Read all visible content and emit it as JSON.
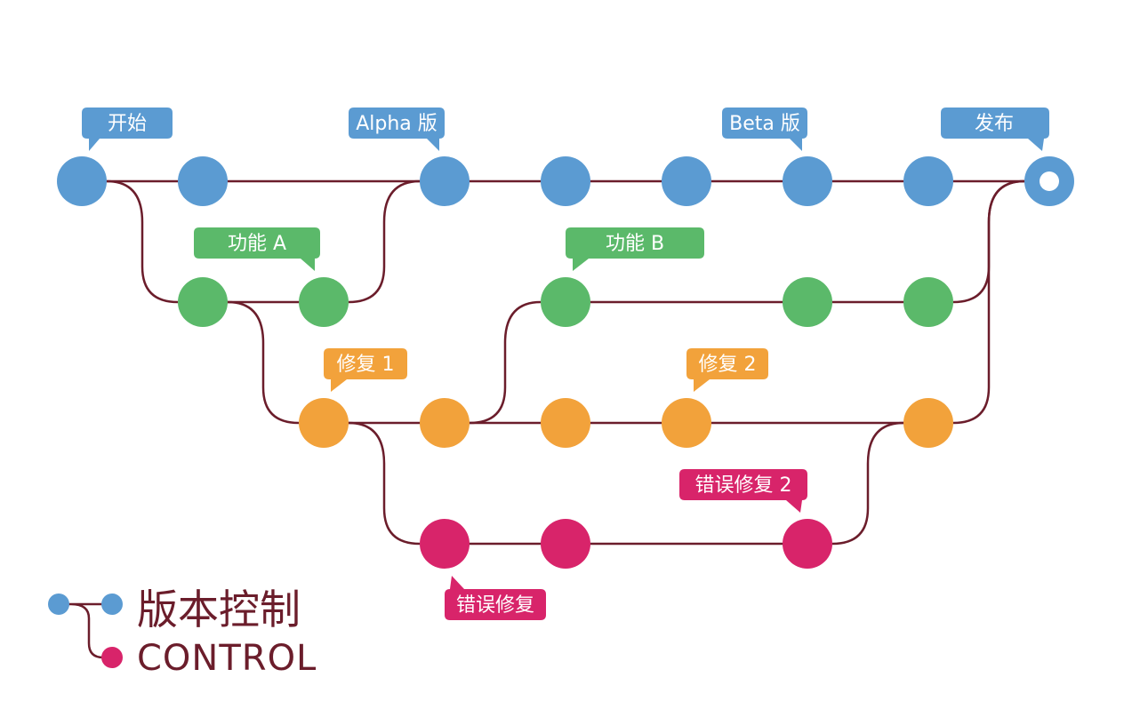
{
  "colors": {
    "line": "#6b1d2b",
    "blue": "#5b9bd2",
    "green": "#5bb96a",
    "orange": "#f2a23b",
    "pink": "#d8246a",
    "background": "#ffffff"
  },
  "branches": [
    {
      "id": "main",
      "color": "blue"
    },
    {
      "id": "feature",
      "color": "green"
    },
    {
      "id": "fix",
      "color": "orange"
    },
    {
      "id": "bugfix",
      "color": "pink"
    }
  ],
  "labels": {
    "start": "开始",
    "alpha": "Alpha 版",
    "beta": "Beta 版",
    "release": "发布",
    "feature_a": "功能 A",
    "feature_b": "功能 B",
    "fix_1": "修复 1",
    "fix_2": "修复 2",
    "bugfix": "错误修复",
    "bugfix_2": "错误修复 2"
  },
  "logo": {
    "title": "版本控制",
    "subtitle": "CONTROL",
    "icon": "branch-icon"
  }
}
